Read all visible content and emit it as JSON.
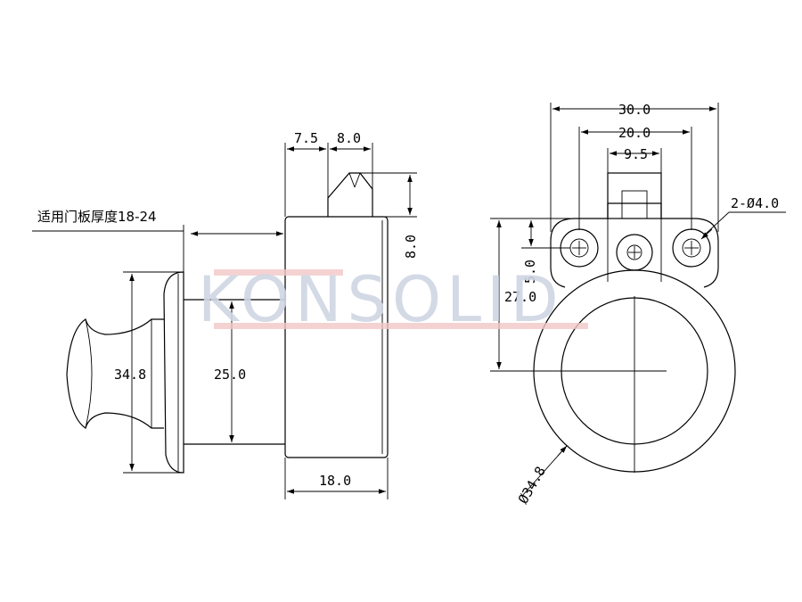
{
  "watermark": {
    "text": "KONSOLID",
    "fill": "#cfd6e3",
    "stripe": "#f2c7c7"
  },
  "side_view": {
    "door_note": "适用门板厚度18-24",
    "dim_7_5": "7.5",
    "dim_8_0_top": "8.0",
    "dim_8_0_right": "8.0",
    "dim_34_8": "34.8",
    "dim_25_0": "25.0",
    "dim_18_0": "18.0"
  },
  "front_view": {
    "dim_30_0": "30.0",
    "dim_20_0": "20.0",
    "dim_9_5": "9.5",
    "dim_holes": "2-Ø4.0",
    "dim_5_0": "5.0",
    "dim_27_0": "27.0",
    "dim_dia": "Ø34.8"
  }
}
